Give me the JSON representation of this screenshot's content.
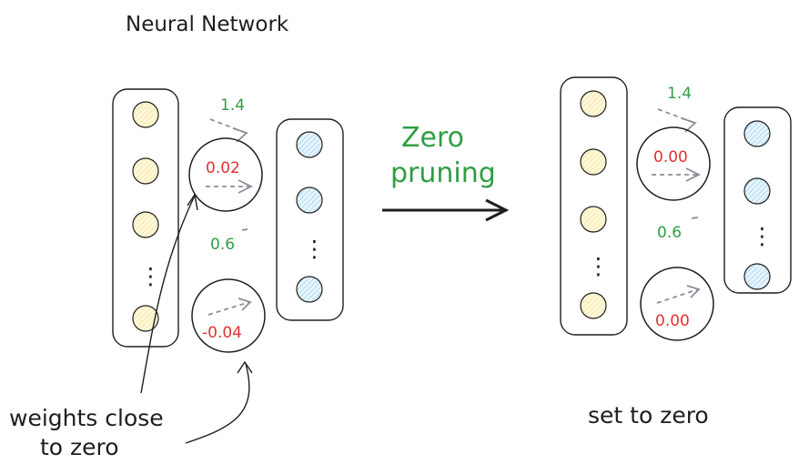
{
  "title": "Neural Network",
  "transform_label_line1": "Zero",
  "transform_label_line2": "pruning",
  "left_network": {
    "weights_green": [
      "1.4",
      "0.6"
    ],
    "weights_red": [
      "0.02",
      "-0.04"
    ],
    "annotation_line1": "weights close",
    "annotation_line2": "to zero"
  },
  "right_network": {
    "weights_green": [
      "1.4",
      "0.6"
    ],
    "weights_zeroed": [
      "0.00",
      "0.00"
    ],
    "annotation": "set to zero"
  },
  "ellipsis": "⋮",
  "colors": {
    "ink": "#1e1e1e",
    "red": "#e03131",
    "green": "#2f9e44",
    "yellow_node": "#fff3bf",
    "blue_node": "#d0ebff",
    "arrow_gray": "#8a8f98"
  }
}
